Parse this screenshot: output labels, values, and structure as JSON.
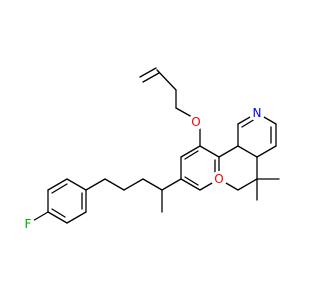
{
  "colors": {
    "background": "#ffffff",
    "bond": "#000000",
    "oxygen": "#ff0000",
    "nitrogen": "#0000ff",
    "fluorine": "#00aa00"
  },
  "atoms": {
    "oxygen_ether": "O",
    "oxygen_ring": "O",
    "nitrogen": "N",
    "fluorine": "F"
  }
}
